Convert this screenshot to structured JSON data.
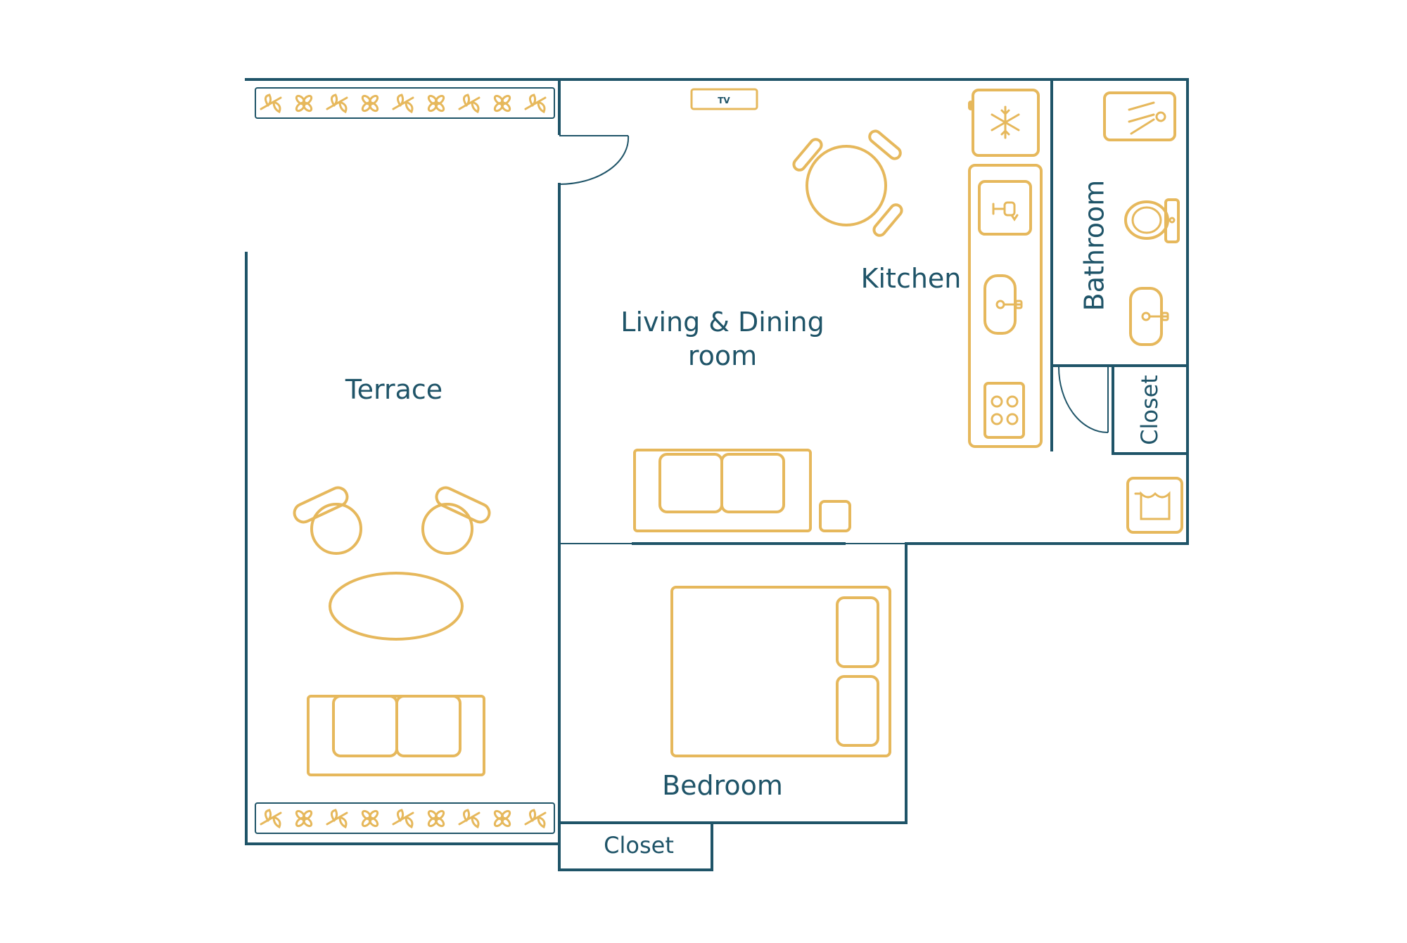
{
  "rooms": {
    "terrace": "Terrace",
    "living_line1": "Living & Dining",
    "living_line2": "room",
    "kitchen": "Kitchen",
    "bathroom": "Bathroom",
    "closet_right": "Closet",
    "bedroom": "Bedroom",
    "closet_bottom": "Closet"
  },
  "fixtures": {
    "tv": "TV"
  },
  "icons": {
    "planters": "leaf-planter-icon",
    "fridge": "snowflake-icon",
    "faucet": "faucet-icon",
    "stove": "cooktop-icon",
    "shower": "shower-icon",
    "toilet": "toilet-icon",
    "washbasin": "washbasin-icon",
    "washer": "washing-machine-icon"
  },
  "colors": {
    "walls": "#1f5468",
    "furniture": "#e6b85c",
    "background": "#ffffff"
  }
}
